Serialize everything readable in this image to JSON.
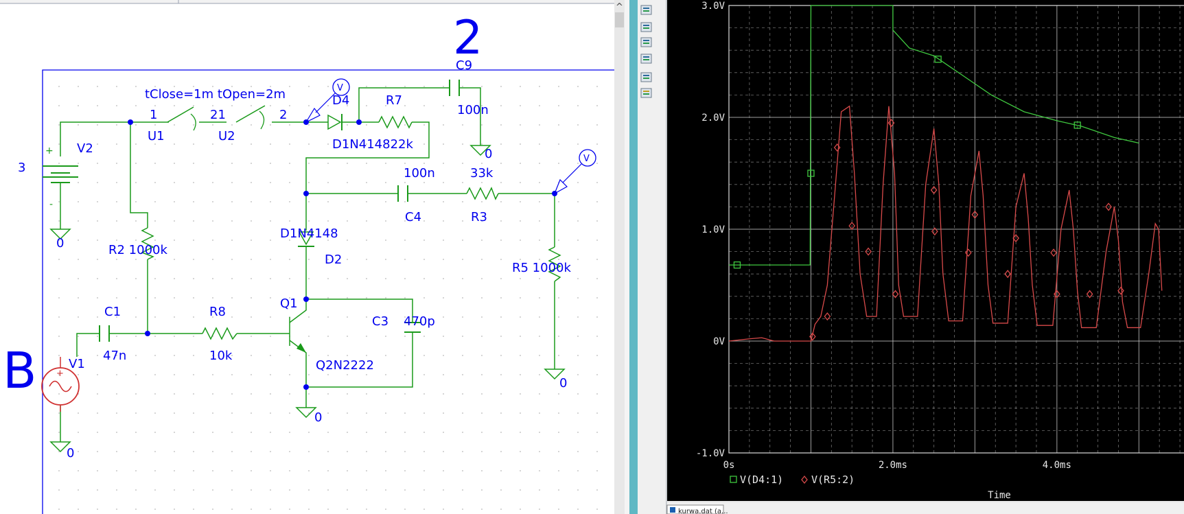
{
  "schematic": {
    "page_number": "2",
    "letter": "B",
    "switch_params": "tClose=1m tOpen=2m",
    "labels": {
      "v2_name": "V2",
      "v2_value": "3",
      "u1_pin": "1",
      "u1_name": "U1",
      "u2_pins": "21",
      "u2_name": "U2",
      "u2_pin_out": "2",
      "d4_name": "D4",
      "d4_part": "D1N414822k",
      "r7_name": "R7",
      "c9_name": "C9",
      "c9_value": "100n",
      "c4_value": "100n",
      "c4_name": "C4",
      "r3_value": "33k",
      "r3_name": "R3",
      "d2_part": "D1N4148",
      "d2_name": "D2",
      "r2_label": "R2 1000k",
      "r5_label": "R5 1000k",
      "q1_name": "Q1",
      "q1_part": "Q2N2222",
      "c3_name": "C3",
      "c3_value": "470p",
      "c1_name": "C1",
      "c1_value": "47n",
      "r8_name": "R8",
      "r8_value": "10k",
      "v1_name": "V1",
      "gnd": "0",
      "probe": "V",
      "plus": "+",
      "minus": "-"
    }
  },
  "scroll": {
    "up_arrow": "^"
  },
  "toolbar": {
    "icons": [
      "zoom-icon",
      "copy-icon",
      "paste-icon",
      "clipboard-icon",
      "list-icon",
      "chart-icon"
    ]
  },
  "taskbar": {
    "item": "kurwa.dat (a..."
  },
  "plot": {
    "colors": {
      "background": "#000000",
      "grid": "#c8c8c8",
      "trace1": "#3fc83f",
      "trace2": "#d84a4a"
    },
    "chart_data": {
      "type": "line",
      "xlabel": "Time",
      "ylim": [
        -1.0,
        3.0
      ],
      "y_ticks": [
        "-1.0V",
        "0V",
        "1.0V",
        "2.0V",
        "3.0V"
      ],
      "x_ticks": [
        "0s",
        "2.0ms",
        "4.0ms"
      ],
      "legend": [
        "V(D4:1)",
        "V(R5:2)"
      ],
      "legend_placement": "bottom-left",
      "series": [
        {
          "name": "V(D4:1)",
          "marker": "square",
          "points": [
            [
              0,
              0.68
            ],
            [
              0.99,
              0.68
            ],
            [
              1.0,
              3.0
            ],
            [
              2.0,
              3.0
            ],
            [
              2.0,
              2.78
            ],
            [
              2.2,
              2.62
            ],
            [
              2.5,
              2.55
            ],
            [
              2.8,
              2.4
            ],
            [
              3.2,
              2.2
            ],
            [
              3.6,
              2.05
            ],
            [
              4.0,
              1.97
            ],
            [
              4.3,
              1.92
            ],
            [
              4.7,
              1.82
            ],
            [
              5.0,
              1.77
            ]
          ],
          "markers_at": [
            [
              0.1,
              0.68
            ],
            [
              1.0,
              1.5
            ],
            [
              2.55,
              2.52
            ],
            [
              4.25,
              1.93
            ]
          ]
        },
        {
          "name": "V(R5:2)",
          "marker": "diamond",
          "points": [
            [
              0,
              0
            ],
            [
              0.25,
              0.02
            ],
            [
              0.4,
              0.03
            ],
            [
              0.55,
              0
            ],
            [
              1.0,
              0
            ],
            [
              1.05,
              0.15
            ],
            [
              1.12,
              0.22
            ],
            [
              1.2,
              0.5
            ],
            [
              1.3,
              1.4
            ],
            [
              1.37,
              2.05
            ],
            [
              1.47,
              2.1
            ],
            [
              1.53,
              1.5
            ],
            [
              1.6,
              0.6
            ],
            [
              1.68,
              0.22
            ],
            [
              1.8,
              0.22
            ],
            [
              1.88,
              1.4
            ],
            [
              1.95,
              2.1
            ],
            [
              2.02,
              1.5
            ],
            [
              2.07,
              0.5
            ],
            [
              2.13,
              0.22
            ],
            [
              2.3,
              0.22
            ],
            [
              2.4,
              1.4
            ],
            [
              2.5,
              1.9
            ],
            [
              2.56,
              1.4
            ],
            [
              2.61,
              0.6
            ],
            [
              2.68,
              0.18
            ],
            [
              2.85,
              0.18
            ],
            [
              2.95,
              1.3
            ],
            [
              3.05,
              1.7
            ],
            [
              3.1,
              1.3
            ],
            [
              3.16,
              0.5
            ],
            [
              3.22,
              0.16
            ],
            [
              3.4,
              0.16
            ],
            [
              3.5,
              1.2
            ],
            [
              3.6,
              1.5
            ],
            [
              3.65,
              1.1
            ],
            [
              3.7,
              0.5
            ],
            [
              3.76,
              0.14
            ],
            [
              3.95,
              0.14
            ],
            [
              4.05,
              1.0
            ],
            [
              4.15,
              1.35
            ],
            [
              4.2,
              1.0
            ],
            [
              4.25,
              0.45
            ],
            [
              4.3,
              0.12
            ],
            [
              4.48,
              0.12
            ],
            [
              4.6,
              0.8
            ],
            [
              4.7,
              1.2
            ],
            [
              4.75,
              0.9
            ],
            [
              4.8,
              0.35
            ],
            [
              4.86,
              0.12
            ],
            [
              5.02,
              0.12
            ],
            [
              5.12,
              0.6
            ],
            [
              5.2,
              1.05
            ],
            [
              5.24,
              1.0
            ],
            [
              5.28,
              0.45
            ]
          ],
          "markers_at": [
            [
              1.02,
              0.04
            ],
            [
              1.2,
              0.22
            ],
            [
              1.32,
              1.73
            ],
            [
              1.5,
              1.03
            ],
            [
              1.7,
              0.8
            ],
            [
              1.98,
              1.95
            ],
            [
              2.03,
              0.42
            ],
            [
              2.5,
              1.35
            ],
            [
              2.51,
              0.98
            ],
            [
              2.92,
              0.79
            ],
            [
              3.0,
              1.13
            ],
            [
              3.4,
              0.6
            ],
            [
              3.5,
              0.92
            ],
            [
              3.96,
              0.79
            ],
            [
              4.0,
              0.42
            ],
            [
              4.4,
              0.42
            ],
            [
              4.63,
              1.2
            ],
            [
              4.78,
              0.45
            ]
          ]
        }
      ]
    }
  }
}
